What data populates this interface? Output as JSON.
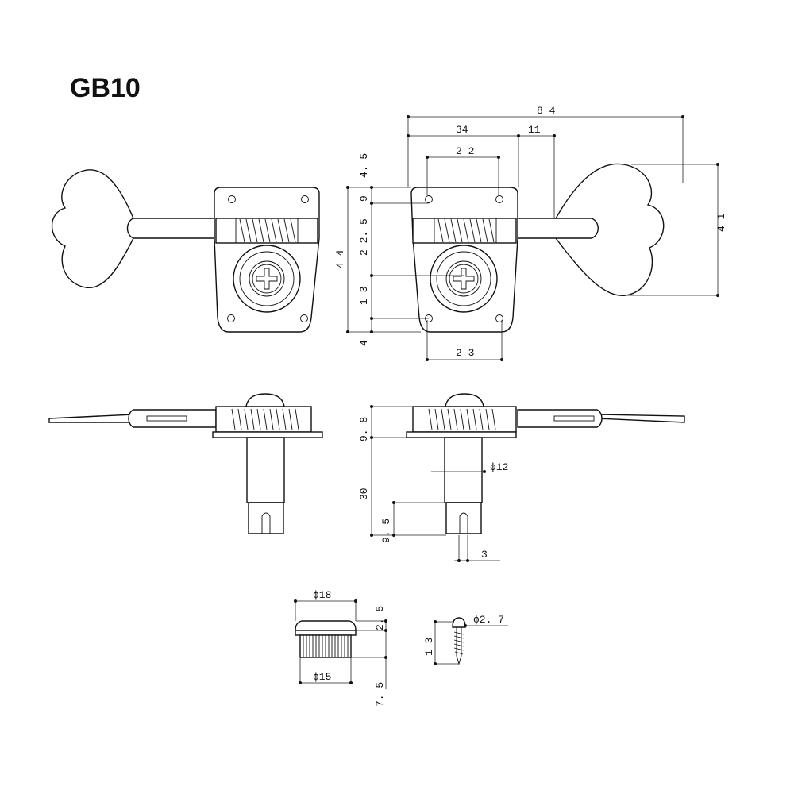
{
  "title": "GB10",
  "dimensions": {
    "d84": "8 4",
    "d34": "34",
    "d11": "11",
    "d22": "2 2",
    "d4_5": "4. 5",
    "d44": "4 4",
    "d9": "9",
    "d22_5": "2 2. 5",
    "d13_top": "1 3",
    "d4": "4",
    "d23": "2 3",
    "d41": "4 1",
    "d9_8": "9. 8",
    "d30": "30",
    "d12": "ϕ12",
    "d9_5": "9. 5",
    "d3": "3",
    "d18": "ϕ18",
    "d2_5": "2. 5",
    "d15": "ϕ15",
    "d7_5": "7. 5",
    "d2_7": "ϕ2. 7",
    "d13_screw": "1 3"
  }
}
